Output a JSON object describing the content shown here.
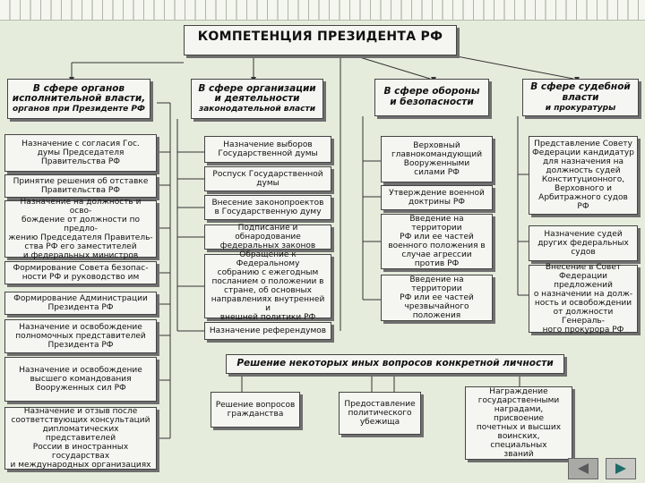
{
  "title": "КОМПЕТЕНЦИЯ ПРЕЗИДЕНТА РФ",
  "categories": [
    {
      "lines": [
        "В сфере органов",
        "исполнительной власти,"
      ],
      "sub": "органов при Президенте РФ"
    },
    {
      "lines": [
        "В сфере организации",
        "и деятельности"
      ],
      "sub": "законодательной власти"
    },
    {
      "lines": [
        "В сфере обороны",
        "и безопасности"
      ],
      "sub": ""
    },
    {
      "lines": [
        "В сфере судебной",
        "власти"
      ],
      "sub": "и прокуратуры"
    }
  ],
  "executive": [
    [
      "Назначение с согласия Гос.",
      "думы Председателя",
      "Правительства РФ"
    ],
    [
      "Принятие решения об отставке",
      "Правительства РФ"
    ],
    [
      "Назначение на должность и осво-",
      "бождение от должности по предло-",
      "жению Председателя Правитель-",
      "ства РФ его заместителей",
      "и федеральных министров"
    ],
    [
      "Формирование Совета безопас-",
      "ности РФ и руководство им"
    ],
    [
      "Формирование Администрации",
      "Президента РФ"
    ],
    [
      "Назначение и освобождение",
      "полномочных представителей",
      "Президента РФ"
    ],
    [
      "Назначение и освобождение",
      "высшего командования",
      "Вооруженных сил РФ"
    ],
    [
      "Назначение и отзыв после",
      "соответствующих консультаций",
      "дипломатических представителей",
      "России в иностранных государствах",
      "и международных организациях"
    ]
  ],
  "legislative": [
    [
      "Назначение выборов",
      "Государственной думы"
    ],
    [
      "Роспуск Государственной",
      "думы"
    ],
    [
      "Внесение законопроектов",
      "в Государственную думу"
    ],
    [
      "Подписание и обнародование",
      "федеральных законов"
    ],
    [
      "Обращение к Федеральному",
      "собранию с ежегодным",
      "посланием о положении в",
      "стране, об основных",
      "направлениях внутренней и",
      "внешней политики РФ"
    ],
    [
      "Назначение референдумов"
    ]
  ],
  "defense": [
    [
      "Верховный",
      "главнокомандующий",
      "Вооруженными",
      "силами РФ"
    ],
    [
      "Утверждение военной",
      "доктрины РФ"
    ],
    [
      "Введение на территории",
      "РФ или ее частей",
      "военного положения в",
      "случае агрессии",
      "против РФ"
    ],
    [
      "Введение на территории",
      "РФ или ее частей",
      "чрезвычайного",
      "положения"
    ]
  ],
  "judicial": [
    [
      "Представление Совету",
      "Федерации кандидатур",
      "для назначения на",
      "должность судей",
      "Конституционного,",
      "Верховного и",
      "Арбитражного судов РФ"
    ],
    [
      "Назначение судей",
      "других федеральных",
      "судов"
    ],
    [
      "Внесение в Совет",
      "Федерации предложений",
      "о назначении на долж-",
      "ность и освобождении",
      "от должности Генераль-",
      "ного прокурора РФ"
    ]
  ],
  "special": {
    "title": "Решение некоторых иных вопросов конкретной личности",
    "items": [
      [
        "Решение вопросов",
        "гражданства"
      ],
      [
        "Предоставление",
        "политического",
        "убежища"
      ],
      [
        "Награждение",
        "государственными",
        "наградами, присвоение",
        "почетных и высших",
        "воинских, специальных",
        "званий"
      ]
    ]
  },
  "colors": {
    "line": "#333333",
    "box": "#f5f6f1",
    "background": "#e6ecdc"
  },
  "nav": {
    "prev_icon": "triangle-left-icon",
    "next_icon": "triangle-right-icon"
  }
}
